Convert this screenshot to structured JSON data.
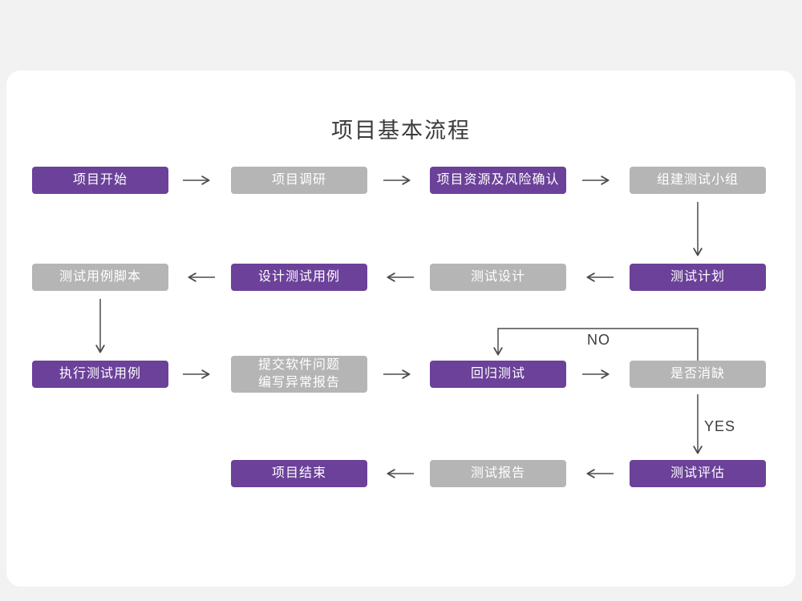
{
  "title": "项目基本流程",
  "colors": {
    "purple": "#6b4199",
    "gray": "#b5b5b6"
  },
  "labels": {
    "no": "NO",
    "yes": "YES"
  },
  "nodes": [
    {
      "id": "project-start",
      "label": "项目开始",
      "variant": "purple"
    },
    {
      "id": "project-research",
      "label": "项目调研",
      "variant": "gray"
    },
    {
      "id": "resource-risk-confirm",
      "label": "项目资源及风险确认",
      "variant": "purple"
    },
    {
      "id": "build-test-team",
      "label": "组建测试小组",
      "variant": "gray"
    },
    {
      "id": "test-plan",
      "label": "测试计划",
      "variant": "purple"
    },
    {
      "id": "test-design",
      "label": "测试设计",
      "variant": "gray"
    },
    {
      "id": "design-test-cases",
      "label": "设计测试用例",
      "variant": "purple"
    },
    {
      "id": "test-case-scripts",
      "label": "测试用例脚本",
      "variant": "gray"
    },
    {
      "id": "execute-test-cases",
      "label": "执行测试用例",
      "variant": "purple"
    },
    {
      "id": "submit-issues-report",
      "label": "提交软件问题\n编写异常报告",
      "variant": "gray"
    },
    {
      "id": "regression-test",
      "label": "回归测试",
      "variant": "purple"
    },
    {
      "id": "defect-resolved-check",
      "label": "是否消缺",
      "variant": "gray"
    },
    {
      "id": "test-evaluation",
      "label": "测试评估",
      "variant": "purple"
    },
    {
      "id": "test-report",
      "label": "测试报告",
      "variant": "gray"
    },
    {
      "id": "project-end",
      "label": "项目结束",
      "variant": "purple"
    }
  ]
}
